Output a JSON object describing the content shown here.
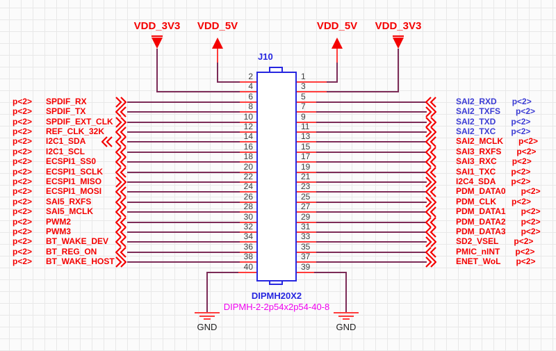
{
  "schematic": {
    "colors": {
      "red": "#f40000",
      "stub_red": "#ff3b3b",
      "wire": "#7c2b57",
      "blue": "#2626e0",
      "blue_label": "#3c3cd4",
      "magenta": "#f000f0",
      "pin_number": "#3d3d3d",
      "gnd_text": "#1f1f1f",
      "bg": "#fbfbfb",
      "grid_line": "#e8e8e8"
    },
    "power_flags": [
      {
        "net": "VDD_3V3",
        "style": "down"
      },
      {
        "net": "VDD_5V",
        "style": "up"
      },
      {
        "net": "VDD_5V",
        "style": "up"
      },
      {
        "net": "VDD_3V3",
        "style": "down"
      }
    ],
    "connector": {
      "designator": "J10",
      "value": "DIPMH20X2",
      "footprint": "DIPMH-2-2p54x2p54-40-8",
      "left_pins": [
        "2",
        "4",
        "6",
        "8",
        "10",
        "12",
        "14",
        "16",
        "18",
        "20",
        "22",
        "24",
        "26",
        "28",
        "30",
        "32",
        "34",
        "36",
        "38",
        "40"
      ],
      "right_pins": [
        "1",
        "3",
        "5",
        "7",
        "9",
        "11",
        "13",
        "15",
        "17",
        "19",
        "21",
        "23",
        "25",
        "27",
        "29",
        "31",
        "33",
        "35",
        "37",
        "39"
      ]
    },
    "left_signals": [
      {
        "pin": "6",
        "port": "p<2>",
        "name": "SPDIF_RX",
        "dir": "out"
      },
      {
        "pin": "8",
        "port": "p<2>",
        "name": "SPDIF_TX",
        "dir": "in"
      },
      {
        "pin": "10",
        "port": "p<2>",
        "name": "SPDIF_EXT_CLK",
        "dir": "out"
      },
      {
        "pin": "12",
        "port": "p<2>",
        "name": "REF_CLK_32K",
        "dir": "in"
      },
      {
        "pin": "14",
        "port": "p<2>",
        "name": "I2C1_SDA",
        "dir": "in",
        "extra_marker": true
      },
      {
        "pin": "16",
        "port": "p<2>",
        "name": "I2C1_SCL",
        "dir": "in"
      },
      {
        "pin": "18",
        "port": "p<2>",
        "name": "ECSPI1_SS0",
        "dir": "in"
      },
      {
        "pin": "20",
        "port": "p<2>",
        "name": "ECSPI1_SCLK",
        "dir": "in"
      },
      {
        "pin": "22",
        "port": "p<2>",
        "name": "ECSPI1_MISO",
        "dir": "out"
      },
      {
        "pin": "24",
        "port": "p<2>",
        "name": "ECSPI1_MOSI",
        "dir": "in"
      },
      {
        "pin": "26",
        "port": "p<2>",
        "name": "SAI5_RXFS",
        "dir": "in"
      },
      {
        "pin": "28",
        "port": "p<2>",
        "name": "SAI5_MCLK",
        "dir": "in"
      },
      {
        "pin": "30",
        "port": "p<2>",
        "name": "PWM2",
        "dir": "in"
      },
      {
        "pin": "32",
        "port": "p<2>",
        "name": "PWM3",
        "dir": "in"
      },
      {
        "pin": "34",
        "port": "p<2>",
        "name": "BT_WAKE_DEV",
        "dir": "in"
      },
      {
        "pin": "36",
        "port": "p<2>",
        "name": "BT_REG_ON",
        "dir": "in"
      },
      {
        "pin": "38",
        "port": "p<2>",
        "name": "BT_WAKE_HOST",
        "dir": "out"
      }
    ],
    "right_signals": [
      {
        "pin": "5",
        "name": "SAI2_RXD",
        "port": "p<2>",
        "color": "blue",
        "dir": "in"
      },
      {
        "pin": "7",
        "name": "SAI2_TXFS",
        "port": "p<2>",
        "color": "blue",
        "dir": "out"
      },
      {
        "pin": "9",
        "name": "SAI2_TXD",
        "port": "p<2>",
        "color": "blue",
        "dir": "out"
      },
      {
        "pin": "11",
        "name": "SAI2_TXC",
        "port": "p<2>",
        "color": "blue",
        "dir": "out"
      },
      {
        "pin": "13",
        "name": "SAI2_MCLK",
        "port": "p<2>",
        "color": "red",
        "dir": "in"
      },
      {
        "pin": "15",
        "name": "SAI3_RXFS",
        "port": "p<2>",
        "color": "red",
        "dir": "in"
      },
      {
        "pin": "17",
        "name": "SAI3_RXC",
        "port": "p<2>",
        "color": "red",
        "dir": "in"
      },
      {
        "pin": "19",
        "name": "SAI1_TXC",
        "port": "p<2>",
        "color": "red",
        "dir": "in"
      },
      {
        "pin": "21",
        "name": "I2C4_SDA",
        "port": "p<2>",
        "color": "red",
        "dir": "out"
      },
      {
        "pin": "23",
        "name": "PDM_DATA0",
        "port": "p<2>",
        "color": "red",
        "dir": "in"
      },
      {
        "pin": "25",
        "name": "PDM_CLK",
        "port": "p<2>",
        "color": "red",
        "dir": "out"
      },
      {
        "pin": "27",
        "name": "PDM_DATA1",
        "port": "p<2>",
        "color": "red",
        "dir": "in"
      },
      {
        "pin": "29",
        "name": "PDM_DATA2",
        "port": "p<2>",
        "color": "red",
        "dir": "in"
      },
      {
        "pin": "31",
        "name": "PDM_DATA3",
        "port": "p<2>",
        "color": "red",
        "dir": "in"
      },
      {
        "pin": "33",
        "name": "SD2_VSEL",
        "port": "p<2>",
        "color": "red",
        "dir": "out"
      },
      {
        "pin": "35",
        "name": "PMIC_nINT",
        "port": "p<2>",
        "color": "red",
        "dir": "in"
      },
      {
        "pin": "37",
        "name": "ENET_WoL",
        "port": "p<2>",
        "color": "red",
        "dir": "out"
      }
    ],
    "ground": {
      "label": "GND"
    }
  }
}
